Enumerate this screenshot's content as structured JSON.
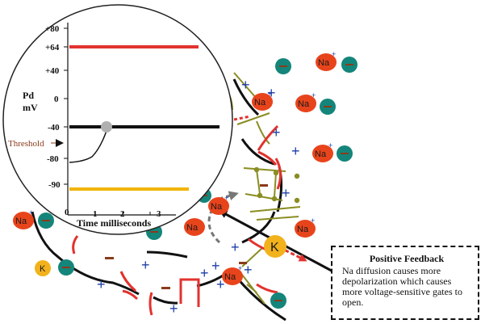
{
  "graph": {
    "y_ticks": [
      "+80",
      "+64",
      "+40",
      "0",
      "-40",
      "-80",
      "-90"
    ],
    "x_ticks": [
      "0",
      "1",
      "2",
      "3"
    ],
    "y_axis_title_line1": "Pd",
    "y_axis_title_line2": "mV",
    "x_axis_title": "Time milliseconds",
    "threshold_label": "Threshold",
    "colors": {
      "sodium_equilibrium": "#e2322e",
      "threshold_line": "#111111",
      "potassium_equilibrium": "#f1b400",
      "threshold_point": "#b0b0b0"
    }
  },
  "ions": {
    "na_label": "Na",
    "k_label": "K",
    "plus_sign": "+",
    "minus_sign": "-",
    "colors": {
      "na": "#e8441c",
      "k": "#f2b21c",
      "anion": "#14857a",
      "anion_mark": "#8a3b1a"
    }
  },
  "callout": {
    "title": "Positive Feedback",
    "body": "Na diffusion causes more depolarization which causes more voltage-sensitive gates to open."
  }
}
